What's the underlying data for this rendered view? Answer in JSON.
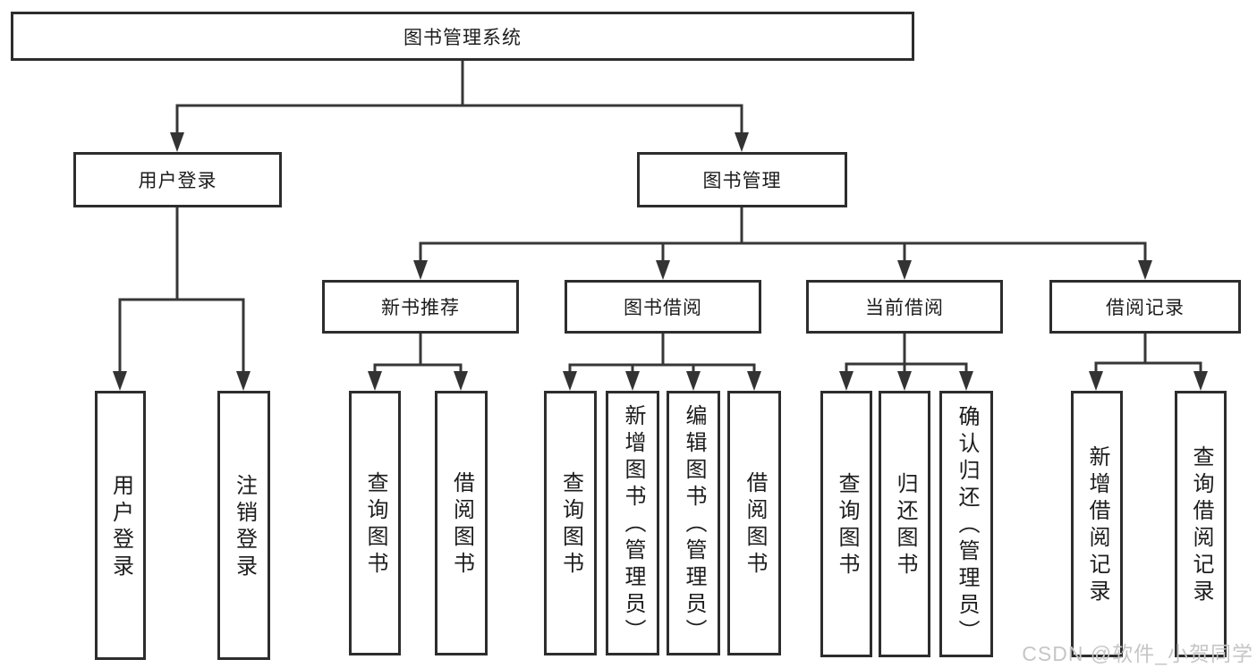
{
  "tree": {
    "root": {
      "label": "图书管理系统"
    },
    "branches": [
      {
        "label": "用户登录",
        "children": [
          {
            "label": "用户登录"
          },
          {
            "label": "注销登录"
          }
        ]
      },
      {
        "label": "图书管理",
        "children": [
          {
            "label": "新书推荐",
            "children": [
              {
                "label": "查询图书"
              },
              {
                "label": "借阅图书"
              }
            ]
          },
          {
            "label": "图书借阅",
            "children": [
              {
                "label": "查询图书"
              },
              {
                "label": "新增图书（管理员）"
              },
              {
                "label": "编辑图书（管理员）"
              },
              {
                "label": "借阅图书"
              }
            ]
          },
          {
            "label": "当前借阅",
            "children": [
              {
                "label": "查询图书"
              },
              {
                "label": "归还图书"
              },
              {
                "label": "确认归还（管理员）"
              }
            ]
          },
          {
            "label": "借阅记录",
            "children": [
              {
                "label": "新增借阅记录"
              },
              {
                "label": "查询借阅记录"
              }
            ]
          }
        ]
      }
    ]
  },
  "colors": {
    "line": "#373737",
    "border": "#2d2d2d",
    "text": "#1c1c1c",
    "watermark": "#c6c6c6"
  },
  "watermark": {
    "text": "CSDN @软件_小贺同学"
  }
}
